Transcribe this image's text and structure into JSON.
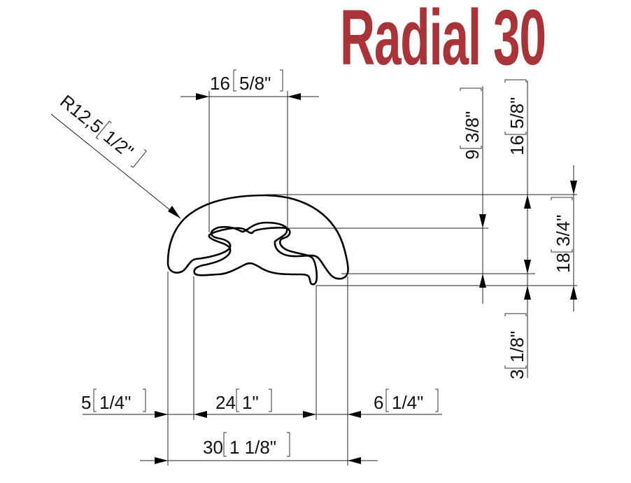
{
  "title": "Radial 30",
  "colors": {
    "title": "#a8343a",
    "lines": "#222222"
  },
  "dimensions": {
    "radius": {
      "value": "R12,5",
      "inch": "1/2\""
    },
    "top_width": {
      "value": "16",
      "inch": "5/8\""
    },
    "inner_height": {
      "value": "9",
      "inch": "3/8\""
    },
    "outer_height": {
      "value": "16",
      "inch": "5/8\""
    },
    "total_height": {
      "value": "18",
      "inch": "3/4\""
    },
    "lip_height": {
      "value": "3",
      "inch": "1/8\""
    },
    "left_offset": {
      "value": "5",
      "inch": "1/4\""
    },
    "base_width": {
      "value": "24",
      "inch": "1\""
    },
    "right_offset": {
      "value": "6",
      "inch": "1/4\""
    },
    "total_width": {
      "value": "30",
      "inch": "1 1/8\""
    }
  }
}
